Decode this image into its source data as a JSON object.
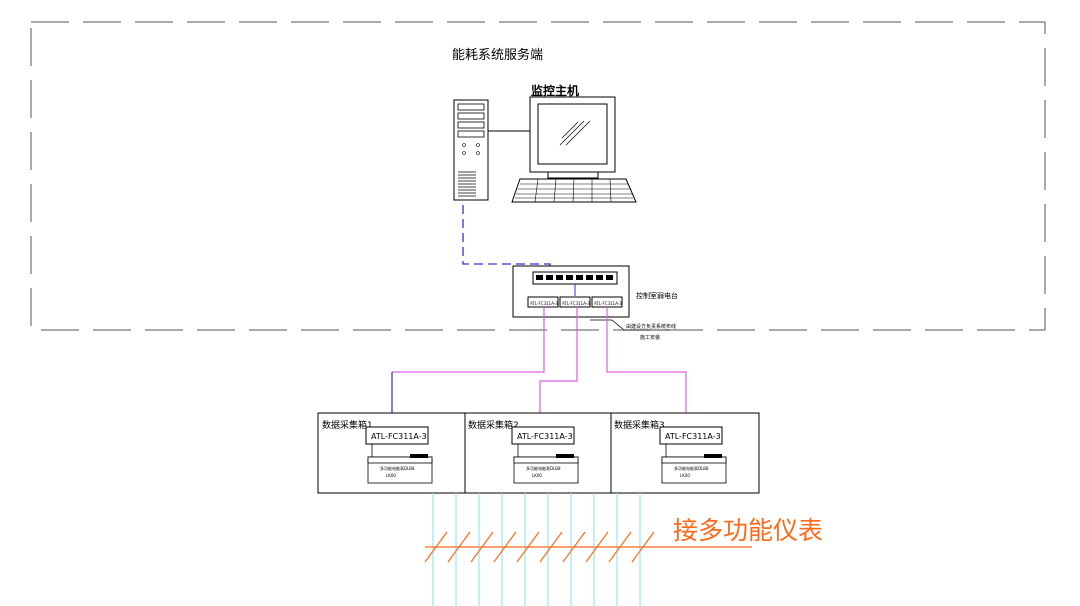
{
  "diagram": {
    "server_side_label": "能耗系统服务端",
    "host_label": "监控主机",
    "switch": {
      "label": "控制室弱电台",
      "ports": [
        "ATL-FC311A-3",
        "ATL-FC311A-3",
        "ATL-FC311A-3"
      ]
    },
    "note": {
      "line1": "由建设方负责系统布线",
      "line2": "施工安装"
    },
    "cabinets": [
      {
        "label": "数据采集箱1",
        "module_label": "ATL-FC311A-3",
        "device_line1": "多功能电能表DLB8",
        "device_line2": "LK00"
      },
      {
        "label": "数据采集箱2",
        "module_label": "ATL-FC311A-3",
        "device_line1": "多功能电能表DLB8",
        "device_line2": "LK00"
      },
      {
        "label": "数据采集箱3",
        "module_label": "ATL-FC311A-3",
        "device_line1": "多功能电能表DLB8",
        "device_line2": "LK00"
      }
    ],
    "meter_label": "接多功能仪表",
    "colors": {
      "boundary": "#555555",
      "ethernet": "#3333cc",
      "bus": "#e060e0",
      "meter_lines": "#7fe5f0",
      "meter_text": "#ff6a1a"
    }
  }
}
